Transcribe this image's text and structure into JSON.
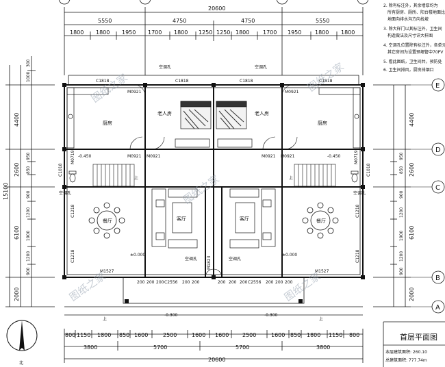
{
  "sheet": {
    "title": "首层平面图",
    "area_lines": [
      "本层建筑面积: 260.10",
      "总建筑面积: 777.74m"
    ]
  },
  "notes": [
    "2. 除有标注外，其余墙厚均为",
    "所有厨房、厕所、阳台楼地面比",
    "地面向排水沟方向找坡",
    "3. 除大样门以其标注外，卫生间",
    "构造做法及尺寸详大样图",
    "4. 空调孔位置除有标注外，各单元",
    "其它房间为设置预埋管中70PV",
    "5. 看此图纸，卫生间共，预防处",
    "6. 卫生间排风，厨房排烟口"
  ],
  "dimensions": {
    "overall": "20600",
    "top_main": [
      "5550",
      "4750",
      "4750",
      "5550"
    ],
    "top_sub": [
      "1800",
      "1800",
      "1950",
      "1700",
      "1800",
      "1250",
      "1250",
      "1800",
      "1700",
      "1950",
      "1800",
      "1800"
    ],
    "bottom_sub": [
      "800",
      "1150",
      "1800",
      "850",
      "1600",
      "2500",
      "1600",
      "1600",
      "2500",
      "1600",
      "850",
      "1800",
      "1150",
      "800"
    ],
    "bottom_main": [
      "3800",
      "5700",
      "5700",
      "3800"
    ],
    "left_total": "15100",
    "left_main": [
      "4400",
      "2600",
      "6100",
      "2000"
    ],
    "left_sub": [
      "1000",
      "300",
      "950",
      "850",
      "900",
      "1200",
      "1900",
      "1200",
      "900"
    ],
    "right_main": [
      "4400",
      "2600",
      "6100",
      "2000"
    ],
    "right_sub": [
      "950",
      "850",
      "900",
      "1200",
      "1900",
      "1200",
      "900"
    ]
  },
  "axes": {
    "E": "E",
    "D": "D",
    "C": "C",
    "B": "B",
    "A": "A"
  },
  "rooms": {
    "kitchen": "厨房",
    "elder_room": "老人房",
    "dining": "餐厅",
    "living": "客厅",
    "ac_hole": "空调孔"
  },
  "tags": {
    "c1818": "C1818",
    "m0921": "M0921",
    "m0719": "M0719",
    "c1018": "C1018",
    "c1218": "C1218",
    "m1527": "M1527",
    "m1823": "M1823",
    "c2556": "C2556",
    "w200": "200",
    "up": "上"
  },
  "levels": {
    "minus045": "-0.450",
    "zero": "±0.000",
    "minus030": "-0.300"
  },
  "watermark": "图纸之家",
  "north_label": "北"
}
